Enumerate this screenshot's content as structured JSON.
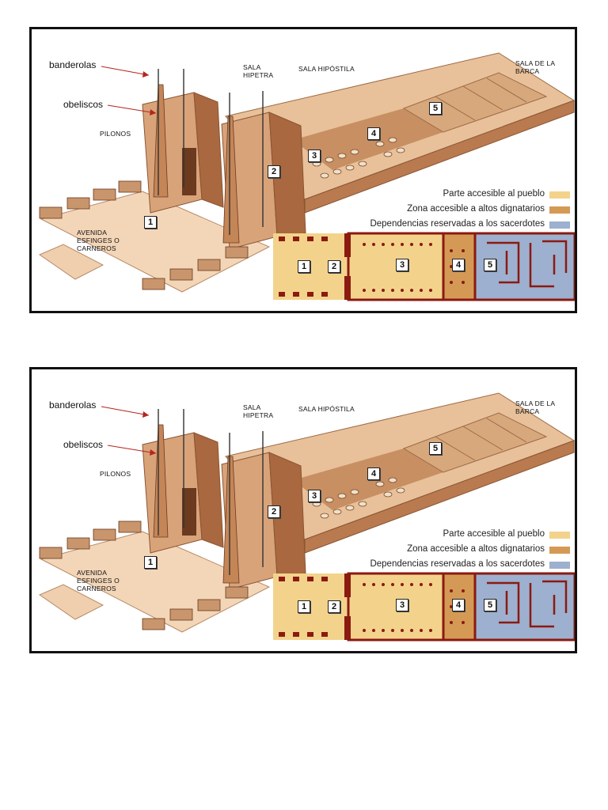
{
  "labels": {
    "banderolas": "banderolas",
    "obeliscos": "obeliscos",
    "pilonos": "PILONOS",
    "sala_hipetra": "SALA\nHIPETRA",
    "sala_hipostila": "SALA HIPÓSTILA",
    "sala_barca": "SALA DE LA\nBARCA",
    "avenida": "AVENIDA\nESFINGES O\nCARNEROS"
  },
  "numbers": [
    "1",
    "2",
    "3",
    "4",
    "5"
  ],
  "legend": [
    {
      "text": "Parte accesible al pueblo",
      "color": "#f3d38c"
    },
    {
      "text": "Zona accesible a altos dignatarios",
      "color": "#d49a55"
    },
    {
      "text": "Dependencias reservadas a los sacerdotes",
      "color": "#9db0cf"
    }
  ],
  "colors": {
    "stone": "#d9a37a",
    "stone_dark": "#a9683f",
    "plan_outline": "#8b1a10",
    "ground": "#f3d6b8"
  }
}
